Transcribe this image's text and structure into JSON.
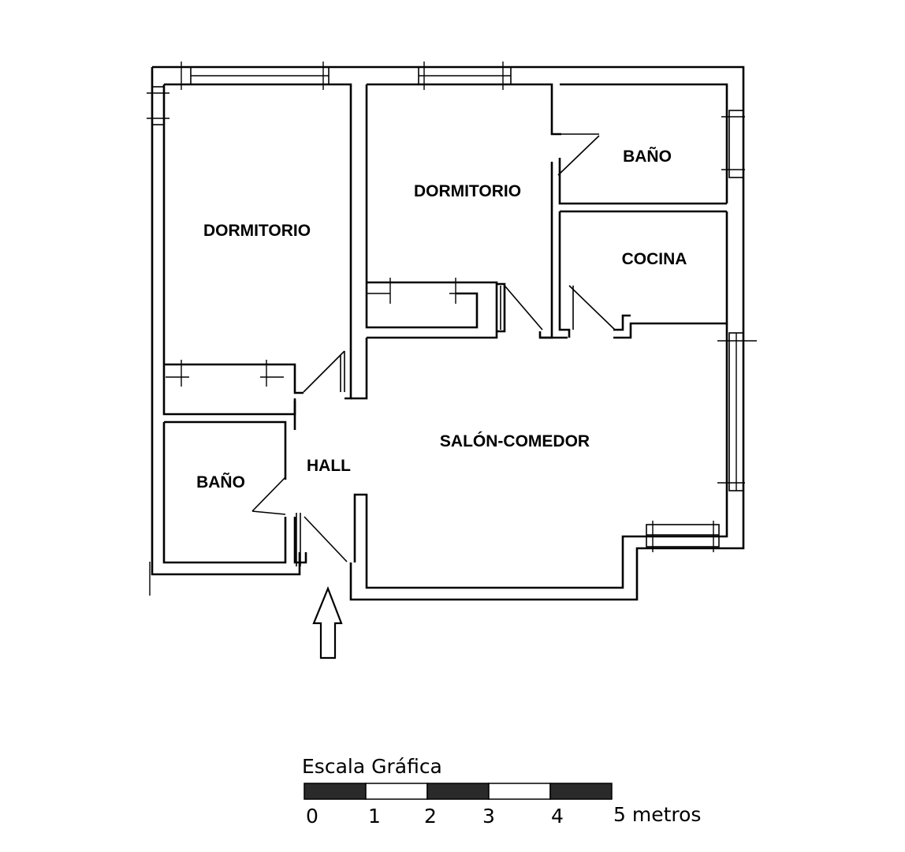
{
  "rooms": {
    "dormitorio_left": "DORMITORIO",
    "dormitorio_center": "DORMITORIO",
    "bano_top": "BAÑO",
    "cocina": "COCINA",
    "salon": "SALÓN-COMEDOR",
    "bano_left": "BAÑO",
    "hall": "HALL"
  },
  "scale_bar": {
    "title": "Escala Gráfica",
    "labels": [
      "0",
      "1",
      "2",
      "3",
      "4",
      "5 metros"
    ],
    "segment_colors": [
      "#2a2a2a",
      "#ffffff",
      "#2a2a2a",
      "#ffffff",
      "#2a2a2a"
    ]
  },
  "entrance_arrow": "up"
}
